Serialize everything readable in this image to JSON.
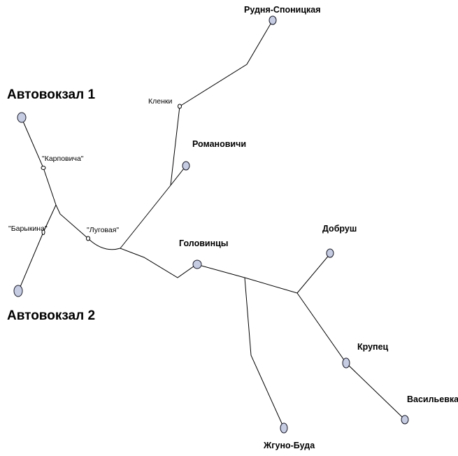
{
  "stations": {
    "avtovokzal_1": "Автовокзал 1",
    "avtovokzal_2": "Автовокзал 2",
    "rudnya_sponitskaya": "Рудня-Споницкая",
    "klenki": "Кленки",
    "romanovichi": "Романовичи",
    "golovintsy": "Головинцы",
    "dobrush": "Добруш",
    "krupets": "Крупец",
    "vasilyevka": "Васильевка",
    "zhguno_buda": "Жгуно-Буда"
  },
  "stops": {
    "karpovicha": "\"Карповича\"",
    "barykina": "\"Барыкина\"",
    "lugovaya": "\"Луговая\""
  },
  "colors": {
    "station_fill": "#c6cde3",
    "station_stroke": "#1b1b2a",
    "line": "#000000"
  }
}
